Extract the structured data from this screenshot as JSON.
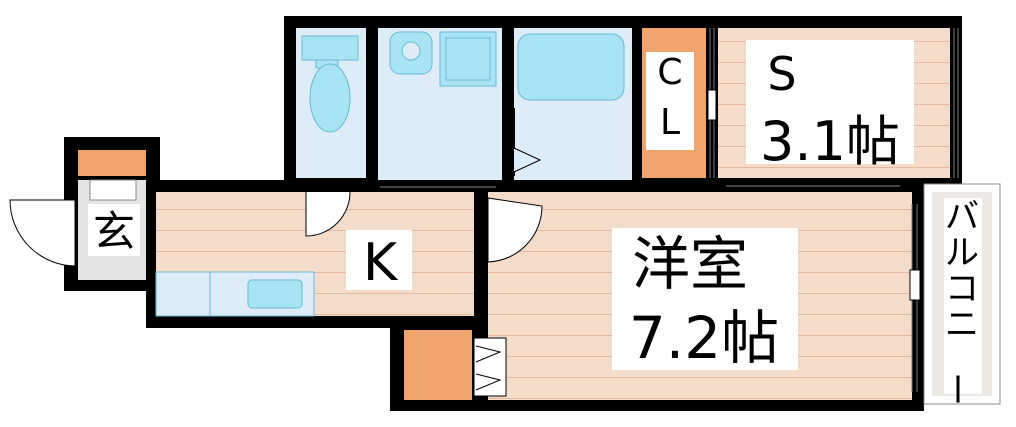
{
  "rooms": {
    "entrance": {
      "label": "玄"
    },
    "kitchen": {
      "label": "K"
    },
    "closet": {
      "label": "CL"
    },
    "storage_room": {
      "label": "S",
      "size": "3.1帖"
    },
    "western_room": {
      "label": "洋室",
      "size": "7.2帖"
    },
    "balcony": {
      "label": "バルコニー"
    }
  },
  "colors": {
    "wall": "#000000",
    "floor_wood": "#f4dcc8",
    "floor_lines": "#e2b89c",
    "wet_area": "#dcecf8",
    "fixture": "#a9e4f4",
    "storage": "#f0a46c",
    "entrance_floor": "#e4e4e4",
    "balcony_floor": "#ece8e4"
  }
}
